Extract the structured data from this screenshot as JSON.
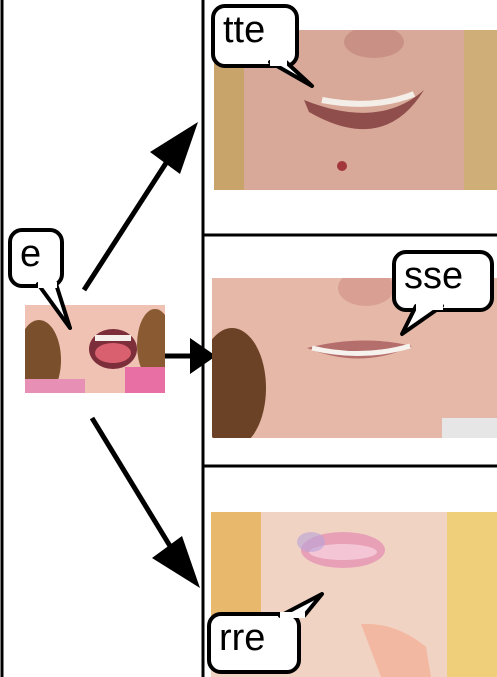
{
  "labels": {
    "source": "e",
    "top": "tte",
    "middle": "sse",
    "bottom": "rre"
  },
  "colors": {
    "line": "#000000",
    "background": "#ffffff",
    "skin_light": "#f2c9b8",
    "skin_mid": "#d9a08f",
    "lip": "#c98b86",
    "hair": "#7a4f2c",
    "pink_shirt": "#e76fa3"
  },
  "icons": {
    "arrow_head": "triangle-arrow-icon"
  }
}
